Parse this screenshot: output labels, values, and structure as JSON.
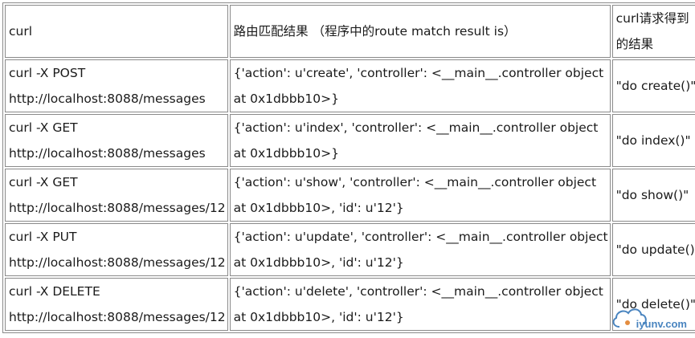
{
  "table": {
    "headers": {
      "curl": "curl",
      "result": "路由匹配结果 （程序中的route match result is）",
      "response_line1": "curl请求得到",
      "response_line2": "的结果"
    },
    "rows": [
      {
        "cmd_line1": "curl -X POST",
        "cmd_line2": "http://localhost:8088/messages",
        "match_line1": "{'action': u'create', 'controller': <__main__.controller object",
        "match_line2": "at 0x1dbbb10>}",
        "response": "\"do create()\""
      },
      {
        "cmd_line1": "curl -X GET",
        "cmd_line2": "http://localhost:8088/messages",
        "match_line1": "{'action': u'index', 'controller': <__main__.controller object",
        "match_line2": "at 0x1dbbb10>}",
        "response": "\"do index()\""
      },
      {
        "cmd_line1": "curl -X GET",
        "cmd_line2": "http://localhost:8088/messages/12",
        "match_line1": "{'action': u'show', 'controller': <__main__.controller object",
        "match_line2": "at 0x1dbbb10>, 'id': u'12'}",
        "response": "\"do show()\""
      },
      {
        "cmd_line1": "curl -X PUT",
        "cmd_line2": "http://localhost:8088/messages/12",
        "match_line1": "{'action': u'update', 'controller': <__main__.controller object",
        "match_line2": "at 0x1dbbb10>, 'id': u'12'}",
        "response": "\"do update()\""
      },
      {
        "cmd_line1": "curl -X DELETE",
        "cmd_line2": "http://localhost:8088/messages/12",
        "match_line1": "{'action': u'delete', 'controller': <__main__.controller object",
        "match_line2": "at 0x1dbbb10>, 'id': u'12'}",
        "response": "\"do delete()\""
      }
    ]
  },
  "watermark": {
    "text": "iyunv.com",
    "accent": "#2a6fb5"
  }
}
